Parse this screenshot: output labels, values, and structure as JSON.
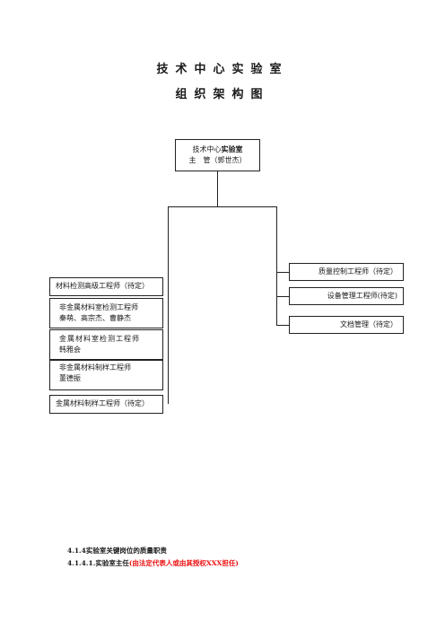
{
  "doc": {
    "title_line1": "技术中心实验室",
    "title_line2": "组织架构图"
  },
  "top_box": {
    "line1_prefix": "技术中心",
    "line1_bold": "实验室",
    "line2": "主　管（郭世杰）"
  },
  "left_boxes": [
    {
      "lines": [
        "材料检测高级工程师（待定）"
      ]
    },
    {
      "lines": [
        "非金属材料室检测工程师",
        "秦萌、高宗杰、曹静杰"
      ]
    },
    {
      "lines": [
        "金属材料室检测工程师",
        "韩雅会"
      ]
    },
    {
      "lines": [
        "非金属材料制样工程师",
        "董德振"
      ]
    },
    {
      "lines": [
        "金属材料制样工程师（待定）"
      ]
    }
  ],
  "right_boxes": [
    {
      "label": "质量控制工程师（待定）"
    },
    {
      "label": "设备管理工程师(待定)"
    },
    {
      "label": "文档管理（待定）"
    }
  ],
  "sections": {
    "s1": "4.1.4实验室关键岗位的质量职责",
    "s2_prefix": "4.1.4.1.实验室主任",
    "s2_red": "(由法定代表人或由其授权XXX担任)"
  }
}
